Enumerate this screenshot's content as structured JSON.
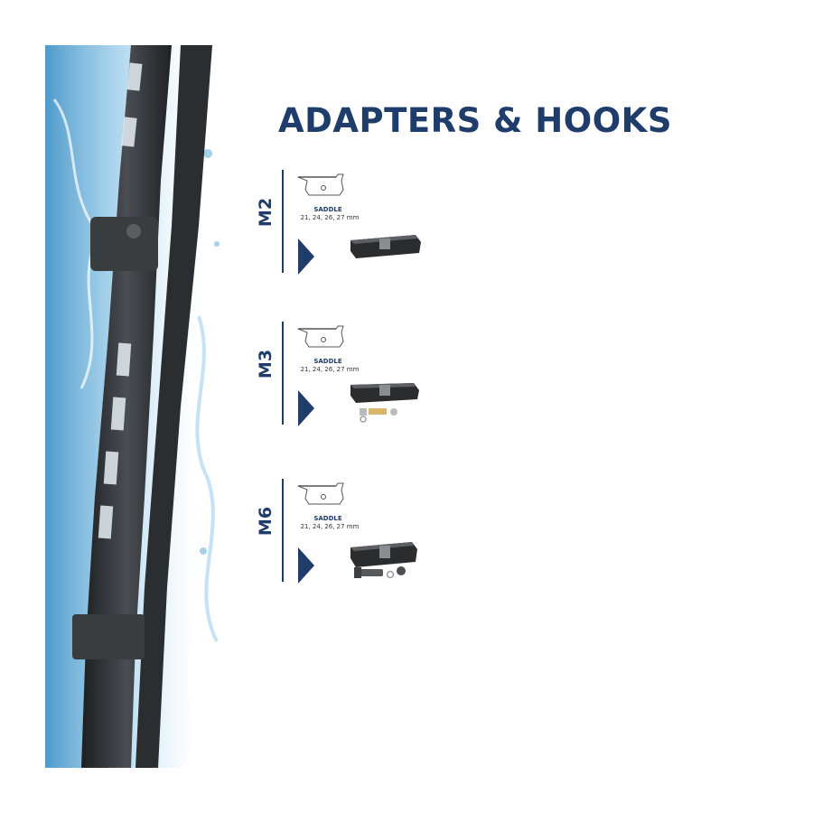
{
  "title": "ADAPTERS & HOOKS",
  "colors": {
    "brand_blue": "#1f3d6b",
    "water_blue": "#4fa3d1",
    "blade_dark": "#2b2e31"
  },
  "adapters": [
    {
      "code": "M2",
      "saddle_label": "SADDLE",
      "saddle_sizes": "21, 24, 26, 27 mm",
      "icon": "saddle-diagram-icon"
    },
    {
      "code": "M3",
      "saddle_label": "SADDLE",
      "saddle_sizes": "21, 24, 26, 27 mm",
      "icon": "saddle-diagram-icon"
    },
    {
      "code": "M6",
      "saddle_label": "SADDLE",
      "saddle_sizes": "21, 24, 26, 27 mm",
      "icon": "saddle-diagram-icon"
    }
  ]
}
